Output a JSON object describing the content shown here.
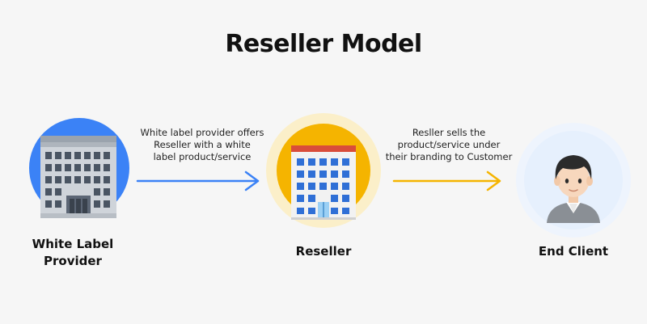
{
  "title": "Reseller Model",
  "nodes": {
    "provider": {
      "label_line1": "White Label",
      "label_line2": "Provider",
      "icon": "office-building-icon",
      "circle_color": "#3b82f6"
    },
    "reseller": {
      "label": "Reseller",
      "icon": "office-building-icon",
      "circle_color": "#f5b400",
      "halo_color": "#fbefc9"
    },
    "client": {
      "label": "End Client",
      "icon": "person-avatar-icon",
      "circle_color": "#e6f0fd",
      "halo_color": "#eef4fd"
    }
  },
  "flows": {
    "provider_to_reseller": {
      "line1": "White label provider offers",
      "line2": "Reseller with a white",
      "line3": "label product/service",
      "color": "#3b82f6"
    },
    "reseller_to_client": {
      "line1": "Resller sells the",
      "line2": "product/service under",
      "line3": "their branding to Customer",
      "color": "#f5b400"
    }
  }
}
